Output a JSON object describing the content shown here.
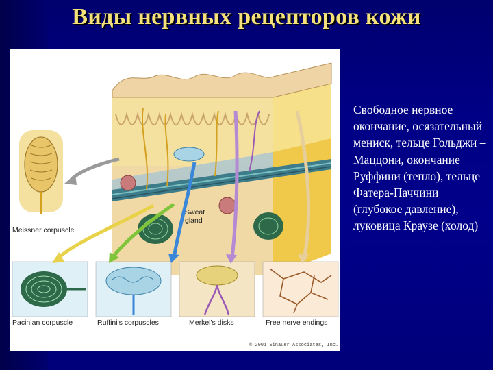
{
  "slide": {
    "title": "Виды нервных рецепторов кожи",
    "description": "Свободное нервное окончание, осязательный мениск, тельце Гольджи – Маццони, окончание Руффини (тепло), тельце Фатера-Паччини (глубокое давление), луковица Краузе (холод)"
  },
  "figure": {
    "labels": {
      "meissner": "Meissner corpuscle",
      "sweat_line1": "Sweat",
      "sweat_line2": "gland",
      "pacinian": "Pacinian corpuscle",
      "ruffini": "Ruffini's corpuscles",
      "merkel": "Merkel's disks",
      "free": "Free nerve endings"
    },
    "copyright": "© 2001 Sinauer Associates, Inc.",
    "colors": {
      "arrow_gray": "#9a9a9a",
      "arrow_yellow": "#e8d24a",
      "arrow_green": "#7fc43a",
      "arrow_blue": "#3a86d8",
      "arrow_purple": "#b48ad2",
      "arrow_tan": "#e6cf9c"
    }
  }
}
